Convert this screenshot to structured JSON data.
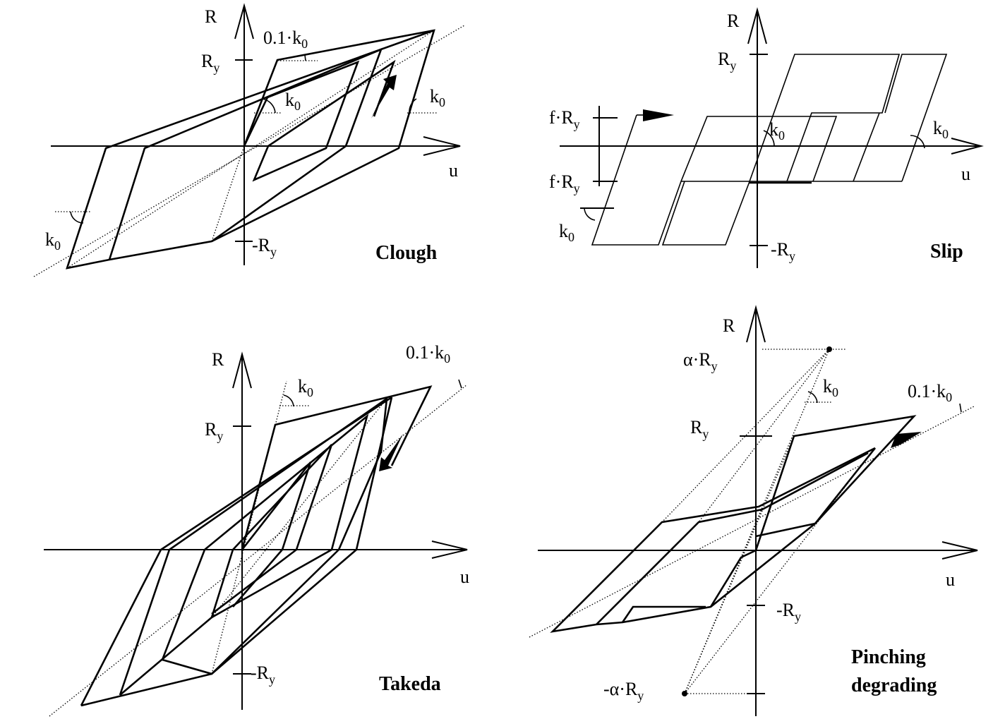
{
  "symbols": {
    "R": "R",
    "u": "u",
    "k": "k",
    "sub_0": "0",
    "sub_y": "y",
    "R_main": "R",
    "neg_R": "-R",
    "point1_k": "0.1·k",
    "f_R": "f·R",
    "alpha_R": "α·R",
    "neg_alpha_R": "-α·R"
  },
  "panels": {
    "clough": {
      "title": "Clough"
    },
    "slip": {
      "title": "Slip"
    },
    "takeda": {
      "title": "Takeda"
    },
    "pinching": {
      "title_line1": "Pinching",
      "title_line2": "degrading"
    }
  }
}
